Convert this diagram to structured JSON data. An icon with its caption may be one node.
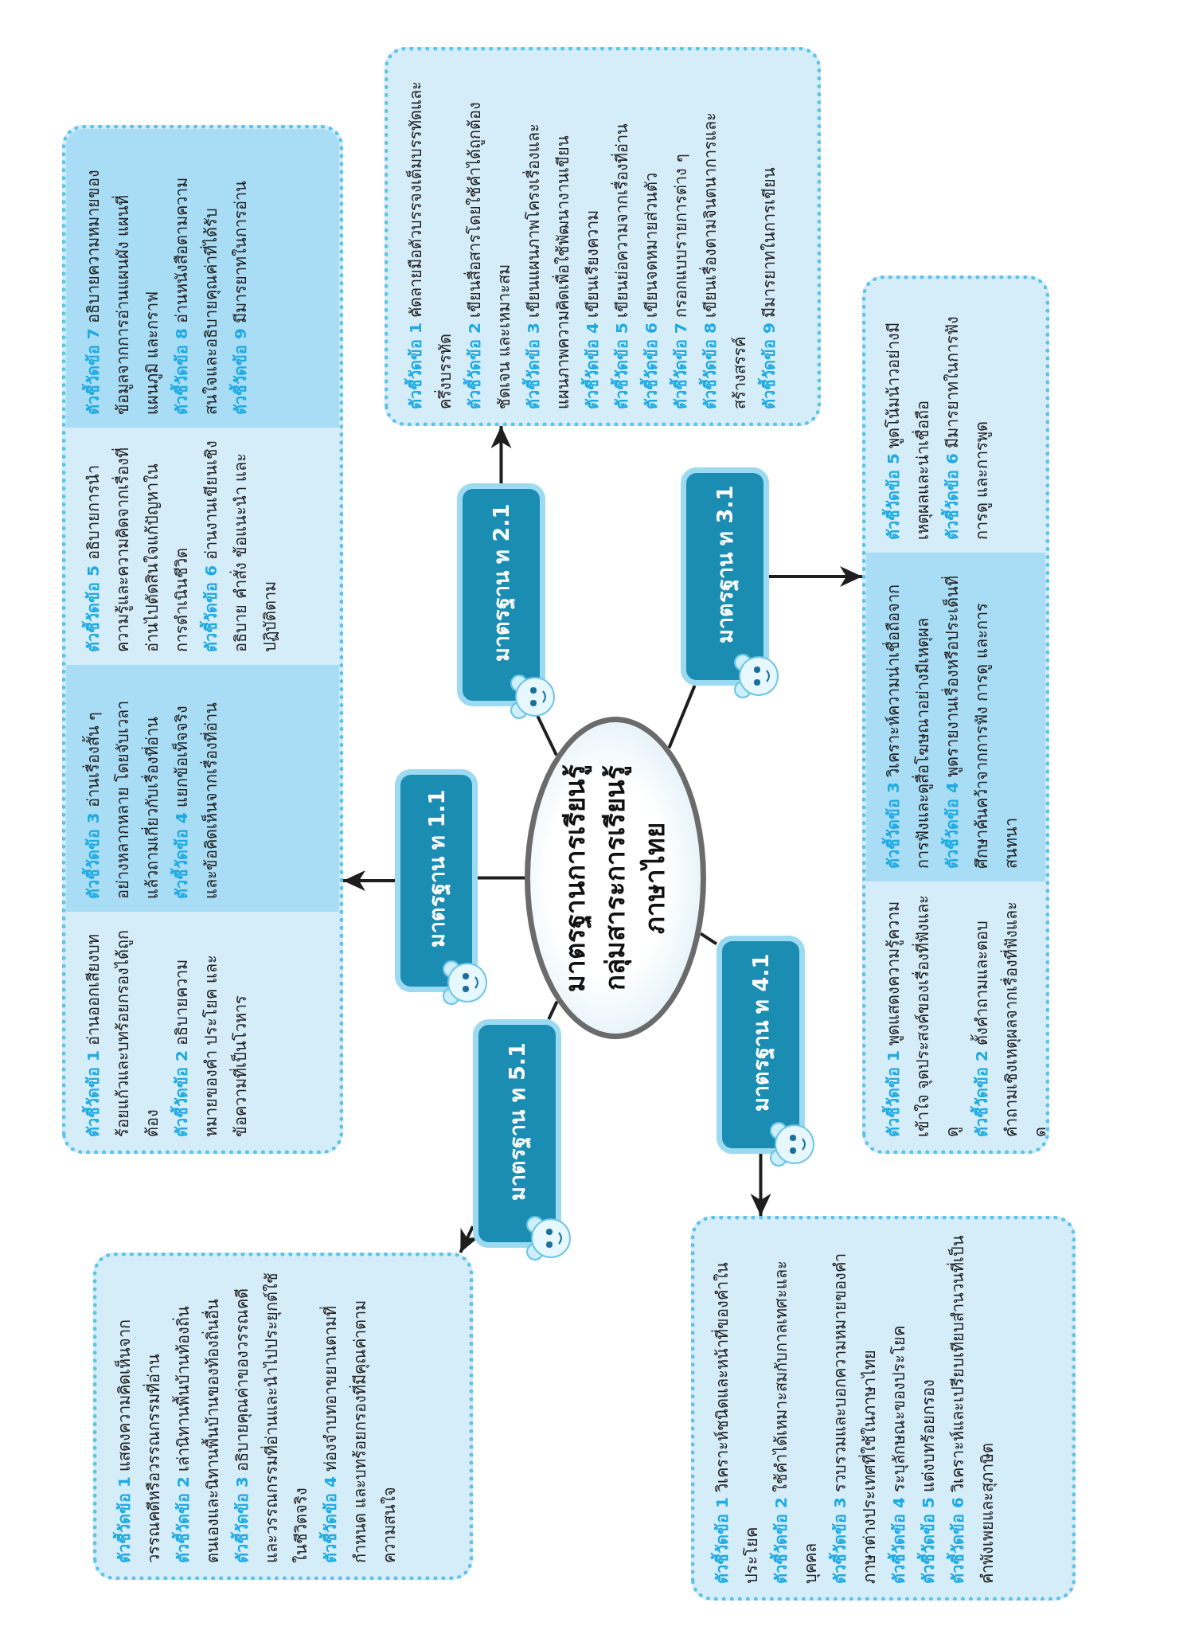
{
  "diagram": {
    "nodes": [
      {
        "text": [
          "มาตรฐานการเรียนรู้กลุ่มสาระการเรียนรู้ภาษาไทย"
        ]
      },
      {
        "text": [
          "มาตรฐาน ท 1.1"
        ]
      },
      {
        "text": [
          "**ตัวชี้วัดข้อ 1** อ่านออกเสียงบทร้อยแก้วและบทร้อยกรองได้ถูกต้อง",
          "**ตัวชี้วัดข้อ 2** อธิบายความหมายของคำ ประโยค และข้อความที่เป็นโวหาร",
          "**ตัวชี้วัดข้อ 3** อ่านเรื่องสั้น ๆ อย่างหลากหลาย โดยจับเวลาแล้วถามเกี่ยวกับเรื่องที่อ่าน",
          "**ตัวชี้วัดข้อ 4** แยกข้อเท็จจริงและข้อคิดเห็นจากเรื่องที่อ่าน",
          "**ตัวชี้วัดข้อ 5** อธิบายการนำความรู้และความคิดจากเรื่องที่อ่านไปตัดสินใจแก้ปัญหาในการดำเนินชีวิต",
          "**ตัวชี้วัดข้อ 6** อ่านงานเขียนเชิงอธิบาย คำสั่ง ข้อแนะนำ และปฏิบัติตาม",
          "**ตัวชี้วัดข้อ 7** อธิบายความหมายของข้อมูลจากการอ่านแผนผัง แผนที่ แผนภูมิ และกราฟ",
          "**ตัวชี้วัดข้อ 8** อ่านหนังสือตามความสนใจและอธิบายคุณค่าที่ได้รับ",
          "**ตัวชี้วัดข้อ 9** มีมารยาทในการอ่าน"
        ]
      },
      {
        "text": [
          "มาตรฐาน ท 2.1"
        ]
      },
      {
        "text": [
          "**ตัวชี้วัดข้อ 1** คัดลายมือตัวบรรจงเต็มบรรทัดและครึ่งบรรทัด",
          "**ตัวชี้วัดข้อ 2** เขียนสื่อสารโดยใช้คำได้ถูกต้องชัดเจน และเหมาะสม",
          "**ตัวชี้วัดข้อ 3** เขียนแผนภาพโครงเรื่องและแผนภาพความคิดเพื่อใช้พัฒนางานเขียน",
          "**ตัวชี้วัดข้อ 4** เขียนเรียงความ",
          "**ตัวชี้วัดข้อ 5** เขียนย่อความจากเรื่องที่อ่าน",
          "**ตัวชี้วัดข้อ 6** เขียนจดหมายส่วนตัว",
          "**ตัวชี้วัดข้อ 7** กรอกแบบรายการต่าง ๆ",
          "**ตัวชี้วัดข้อ 8** เขียนเรื่องตามจินตนาการและสร้างสรรค์",
          "**ตัวชี้วัดข้อ 9** มีมารยาทในการเขียน"
        ]
      },
      {
        "text": [
          "มาตรฐาน ท 3.1"
        ]
      },
      {
        "text": [
          "**ตัวชี้วัดข้อ 1** พูดแสดงความรู้ความเข้าใจ จุดประสงค์ของเรื่องที่ฟังและดู",
          "**ตัวชี้วัดข้อ 2** ตั้งคำถามและตอบคำถามเชิงเหตุผลจากเรื่องที่ฟังและดู",
          "**ตัวชี้วัดข้อ 3** วิเคราะห์ความน่าเชื่อถือจากการฟังและดูสื่อโฆษณาอย่างมีเหตุผล",
          "**ตัวชี้วัดข้อ 4** พูดรายงานเรื่องหรือประเด็นที่ศึกษาค้นคว้าจากการฟัง การดู และการสนทนา",
          "**ตัวชี้วัดข้อ 5** พูดโน้มน้าวอย่างมีเหตุผลและน่าเชื่อถือ",
          "**ตัวชี้วัดข้อ 6** มีมารยาทในการฟัง การดู และการพูด"
        ]
      },
      {
        "text": [
          "มาตรฐาน ท 4.1"
        ]
      },
      {
        "text": [
          "**ตัวชี้วัดข้อ 1** วิเคราะห์ชนิดและหน้าที่ของคำในประโยค",
          "**ตัวชี้วัดข้อ 2** ใช้คำได้เหมาะสมกับกาลเทศะและบุคคล",
          "**ตัวชี้วัดข้อ 3** รวบรวมและบอกความหมายของคำภาษาต่างประเทศที่ใช้ในภาษาไทย",
          "**ตัวชี้วัดข้อ 4** ระบุลักษณะของประโยค",
          "**ตัวชี้วัดข้อ 5** แต่งบทร้อยกรอง",
          "**ตัวชี้วัดข้อ 6** วิเคราะห์และเปรียบเทียบสำนวนที่เป็นคำพังเพยและสุภาษิต"
        ]
      },
      {
        "text": [
          "มาตรฐาน ท 5.1"
        ]
      },
      {
        "text": [
          "**ตัวชี้วัดข้อ 1** แสดงความคิดเห็นจากวรรณคดีหรือวรรณกรรมที่อ่าน",
          "**ตัวชี้วัดข้อ 2** เล่านิทานพื้นบ้านท้องถิ่นตนเองและนิทานพื้นบ้านของท้องถิ่นอื่น",
          "**ตัวชี้วัดข้อ 3** อธิบายคุณค่าของวรรณคดีและวรรณกรรมที่อ่านและนำไปประยุกต์ใช้ในชีวิตจริง",
          "**ตัวชี้วัดข้อ 4** ท่องจำบทอาขยานตามที่กำหนด และบทร้อยกรองที่มีคุณค่าตามความสนใจ"
        ]
      }
    ],
    "edges": [
      {
        "from": 0,
        "to": 1,
        "arrow": "none"
      },
      {
        "from": 1,
        "to": 2,
        "arrow": "to"
      },
      {
        "from": 0,
        "to": 3,
        "arrow": "none"
      },
      {
        "from": 3,
        "to": 4,
        "arrow": "to"
      },
      {
        "from": 0,
        "to": 5,
        "arrow": "none"
      },
      {
        "from": 5,
        "to": 6,
        "arrow": "to"
      },
      {
        "from": 0,
        "to": 7,
        "arrow": "none"
      },
      {
        "from": 7,
        "to": 8,
        "arrow": "to"
      },
      {
        "from": 0,
        "to": 9,
        "arrow": "none"
      },
      {
        "from": 9,
        "to": 10,
        "arrow": "to"
      }
    ]
  }
}
